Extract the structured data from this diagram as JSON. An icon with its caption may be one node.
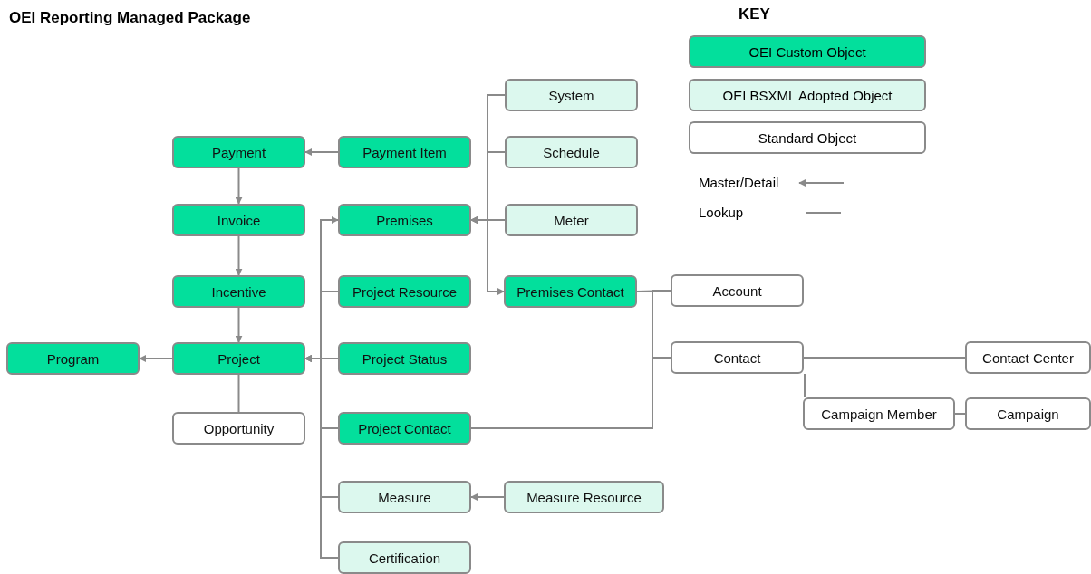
{
  "diagram": {
    "title": "OEI Reporting Managed Package",
    "nodes": [
      {
        "text": [
          "Payment"
        ]
      },
      {
        "text": [
          "Payment Item"
        ]
      },
      {
        "text": [
          "Invoice"
        ]
      },
      {
        "text": [
          "Premises"
        ]
      },
      {
        "text": [
          "System"
        ]
      },
      {
        "text": [
          "Schedule"
        ]
      },
      {
        "text": [
          "Meter"
        ]
      },
      {
        "text": [
          "Incentive"
        ]
      },
      {
        "text": [
          "Project Resource"
        ]
      },
      {
        "text": [
          "Premises Contact"
        ]
      },
      {
        "text": [
          "Account"
        ]
      },
      {
        "text": [
          "Program"
        ]
      },
      {
        "text": [
          "Project"
        ]
      },
      {
        "text": [
          "Project Status"
        ]
      },
      {
        "text": [
          "Contact"
        ]
      },
      {
        "text": [
          "Contact Center"
        ]
      },
      {
        "text": [
          "Opportunity"
        ]
      },
      {
        "text": [
          "Project Contact"
        ]
      },
      {
        "text": [
          "Campaign Member"
        ]
      },
      {
        "text": [
          "Campaign"
        ]
      },
      {
        "text": [
          "Measure"
        ]
      },
      {
        "text": [
          "Measure Resource"
        ]
      },
      {
        "text": [
          "Certification"
        ]
      }
    ],
    "edges": [
      {
        "from": 1,
        "to": 0,
        "arrow": "to"
      },
      {
        "from": 0,
        "to": 2,
        "arrow": "to"
      },
      {
        "from": 2,
        "to": 7,
        "arrow": "to"
      },
      {
        "from": 7,
        "to": 12,
        "arrow": "to"
      },
      {
        "from": 12,
        "to": 11,
        "arrow": "to"
      },
      {
        "from": 12,
        "to": 16,
        "arrow": "none"
      },
      {
        "from": 12,
        "to": 3,
        "arrow": "to"
      },
      {
        "from": 8,
        "to": 12,
        "arrow": "to"
      },
      {
        "from": 13,
        "to": 12,
        "arrow": "to"
      },
      {
        "from": 17,
        "to": 12,
        "arrow": "to"
      },
      {
        "from": 20,
        "to": 12,
        "arrow": "to"
      },
      {
        "from": 22,
        "to": 12,
        "arrow": "to"
      },
      {
        "from": 4,
        "to": 3,
        "arrow": "to"
      },
      {
        "from": 5,
        "to": 3,
        "arrow": "to"
      },
      {
        "from": 6,
        "to": 3,
        "arrow": "to"
      },
      {
        "from": 3,
        "to": 9,
        "arrow": "to"
      },
      {
        "from": 9,
        "to": 10,
        "arrow": "none"
      },
      {
        "from": 9,
        "to": 14,
        "arrow": "none"
      },
      {
        "from": 17,
        "to": 14,
        "arrow": "none"
      },
      {
        "from": 17,
        "to": 10,
        "arrow": "none"
      },
      {
        "from": 14,
        "to": 15,
        "arrow": "none"
      },
      {
        "from": 14,
        "to": 18,
        "arrow": "none"
      },
      {
        "from": 18,
        "to": 19,
        "arrow": "none"
      },
      {
        "from": 21,
        "to": 20,
        "arrow": "to"
      }
    ],
    "labels": [
      "KEY"
    ],
    "legend": [
      {
        "text": "OEI Custom Object",
        "color": "#03df9c"
      },
      {
        "text": "OEI BSXML Adopted Object",
        "color": "#dcf8ee"
      },
      {
        "text": "Standard Object",
        "color": "#ffffff"
      },
      {
        "text": "Master/Detail"
      },
      {
        "text": "Lookup"
      }
    ]
  }
}
